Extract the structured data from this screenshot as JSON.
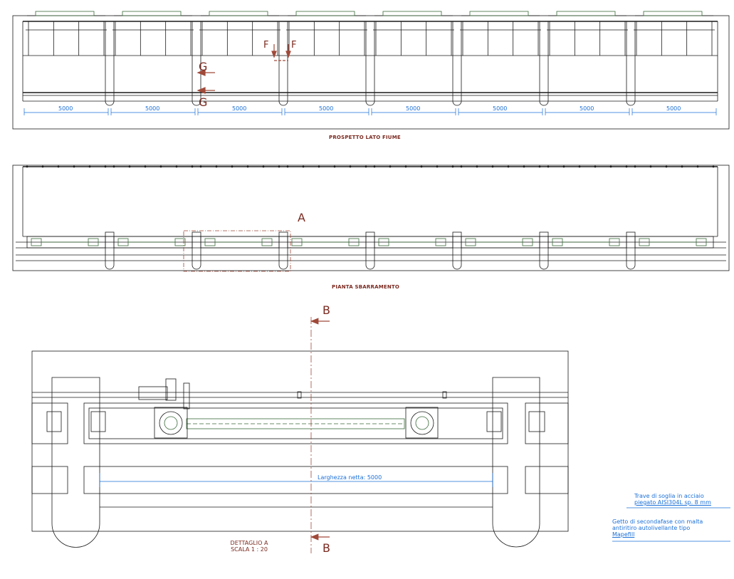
{
  "views": {
    "elevation_title": "PROSPETTO LATO FIUME",
    "plan_title": "PIANTA SBARRAMENTO",
    "detail_title": "DETTAGLIO A",
    "detail_scale": "SCALA 1 : 20"
  },
  "bay_dimensions": [
    "5000",
    "5000",
    "5000",
    "5000",
    "5000",
    "5000",
    "5000",
    "5000"
  ],
  "section_marks": {
    "f_left": "F",
    "f_right": "F",
    "g_top": "G",
    "g_bottom": "G",
    "a": "A",
    "b_top": "B",
    "b_bottom": "B"
  },
  "net_width_label": "Larghezza netta: 5000",
  "notes": {
    "threshold_line1": "Trave di soglia in acciaio",
    "threshold_line2": "piegato AISI304L sp. 8 mm",
    "grout_line1": "Getto di secondafase con malta",
    "grout_line2": "antiritiro autolivellante tipo",
    "grout_line3": "Mapefill"
  },
  "colors": {
    "line": "#1a1a1a",
    "dimension": "#1a6fd8",
    "section": "#7a2a20",
    "equipment": "#3a6a3a"
  }
}
